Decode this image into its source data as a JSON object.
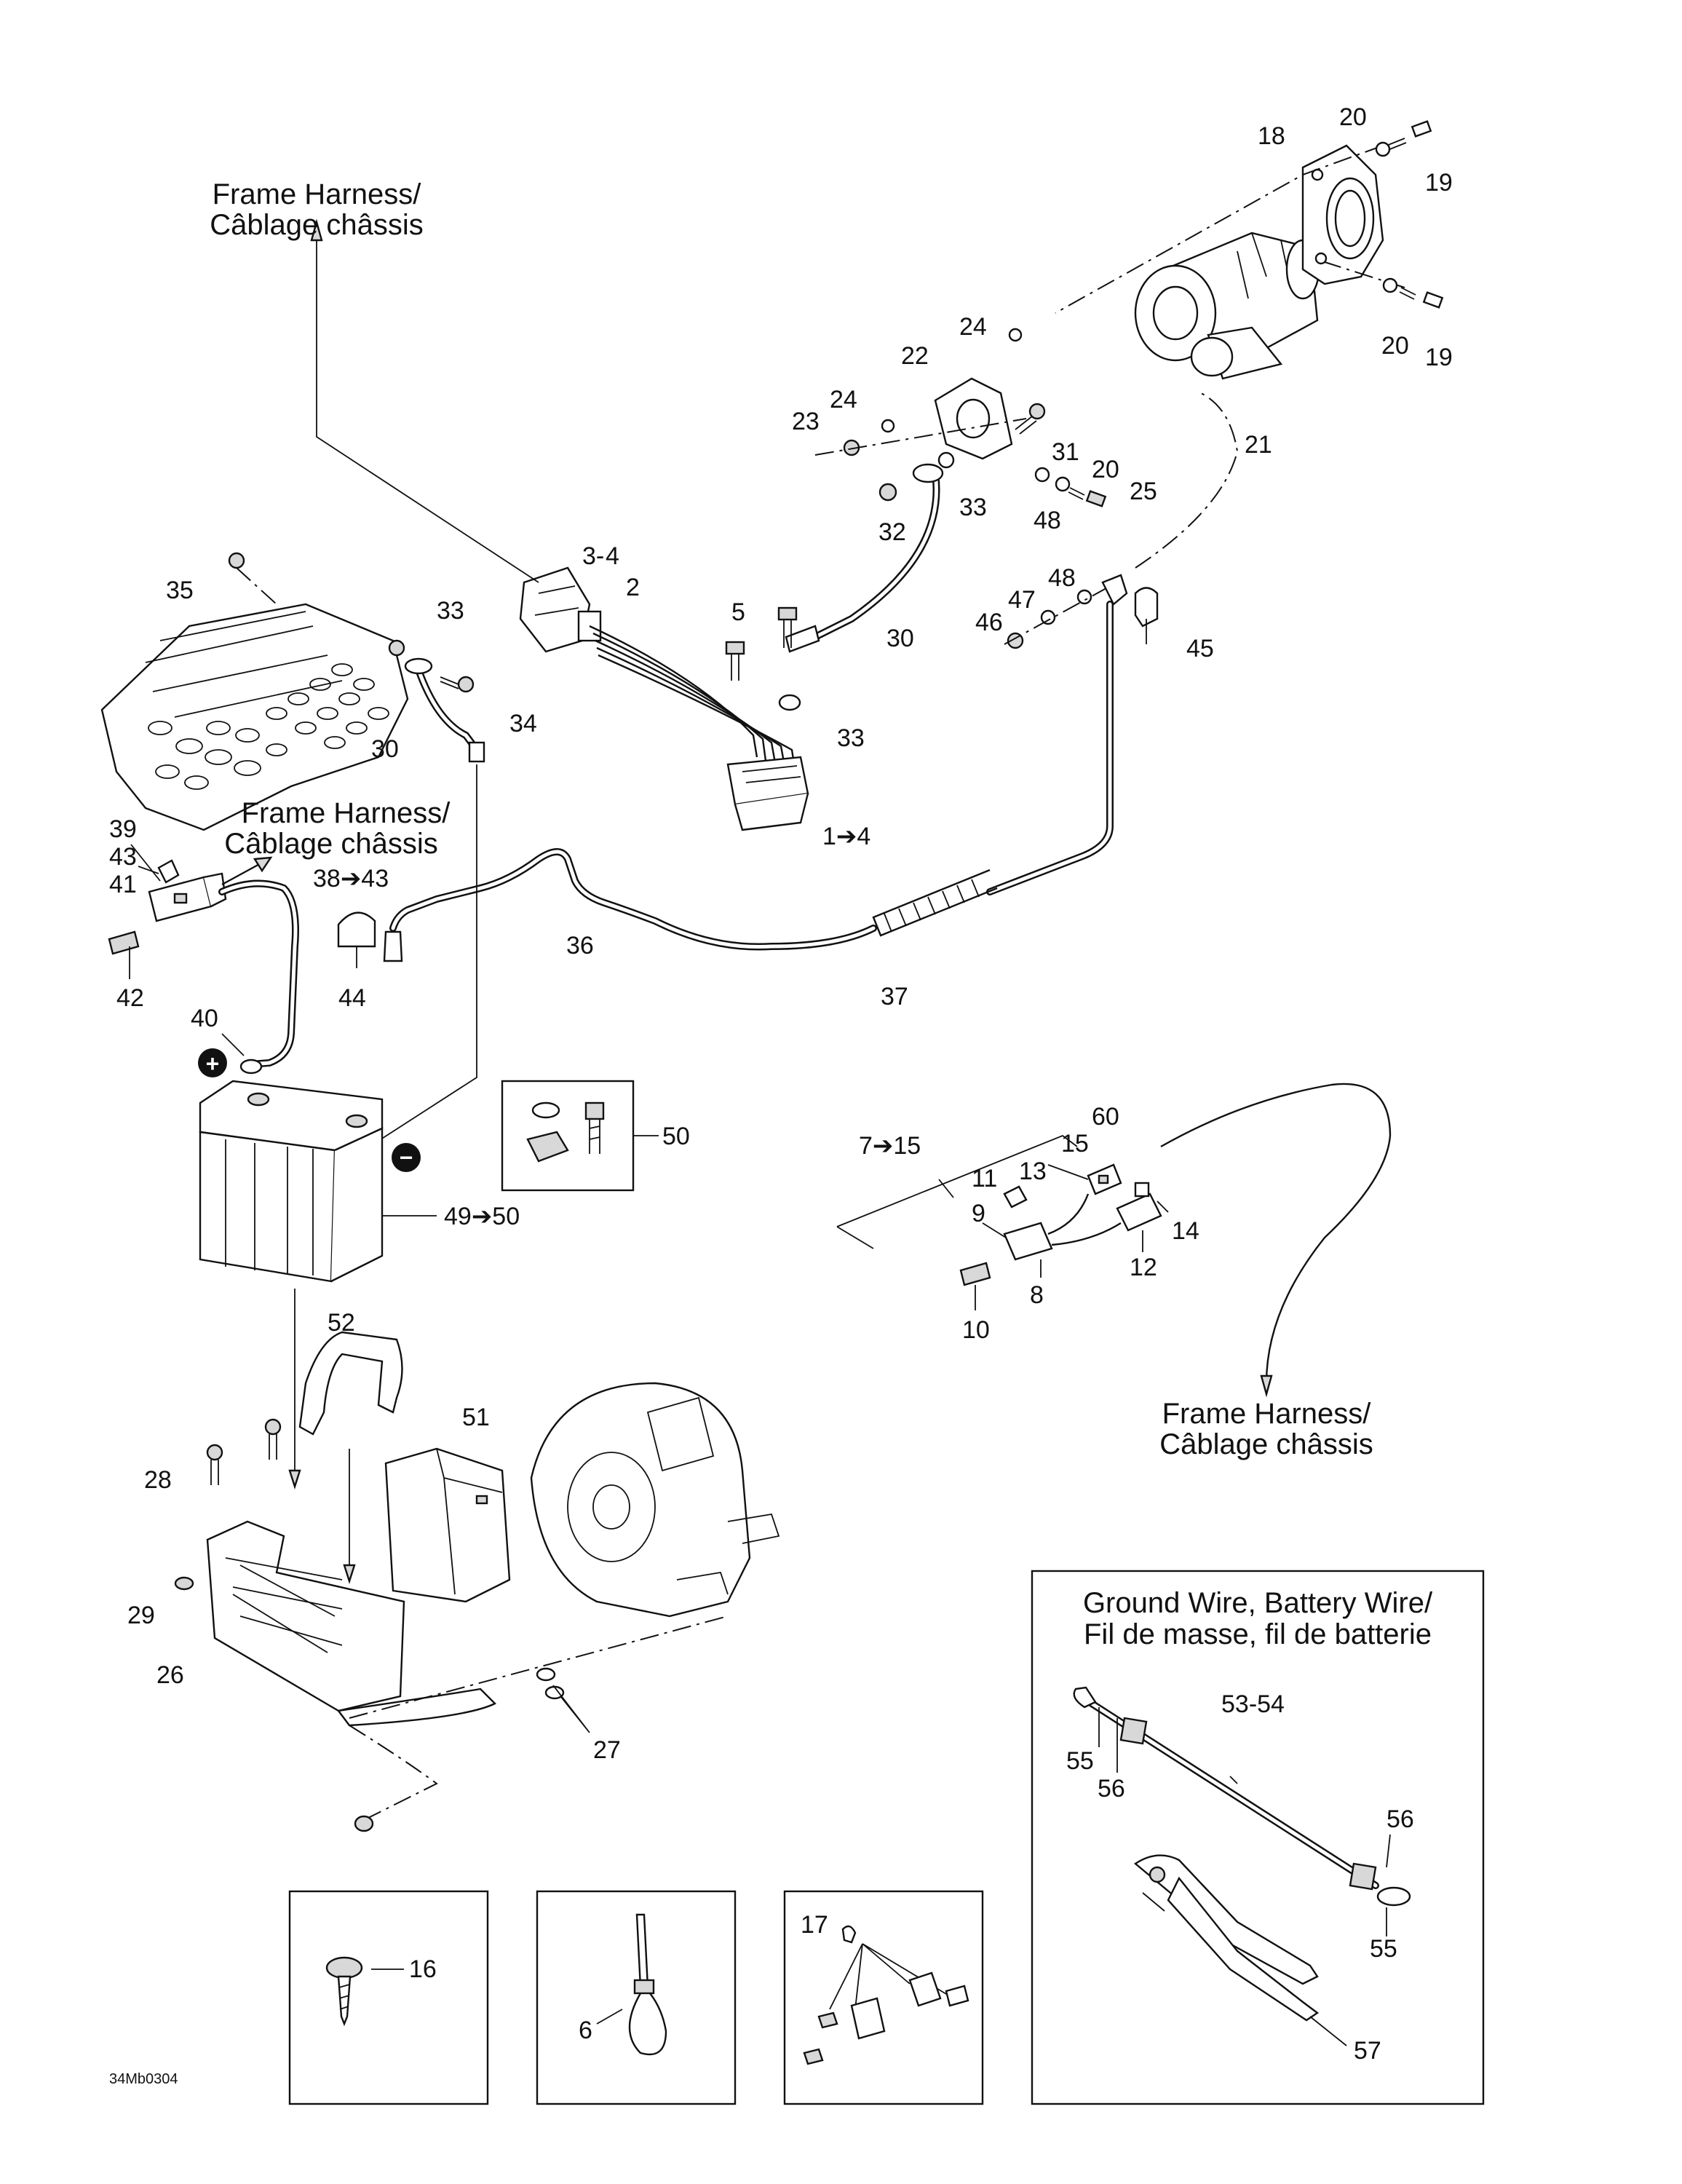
{
  "captions": {
    "frame_harness_top": [
      "Frame Harness/",
      "Câblage châssis"
    ],
    "frame_harness_mid": [
      "Frame Harness/",
      "Câblage châssis"
    ],
    "frame_harness_right": [
      "Frame Harness/",
      "Câblage châssis"
    ],
    "ground_wire_box": [
      "Ground Wire, Battery Wire/",
      "Fil de masse, fil de batterie"
    ]
  },
  "drawing_code": "34Mb0304",
  "labels": {
    "l20a": "20",
    "l18": "18",
    "l19a": "19",
    "l20b": "20",
    "l19b": "19",
    "l21": "21",
    "l24a": "24",
    "l22": "22",
    "l24b": "24",
    "l23": "23",
    "l31": "31",
    "l20c": "20",
    "l25": "25",
    "l33a": "33",
    "l32": "32",
    "l48a": "48",
    "l30a": "30",
    "l5": "5",
    "l33b": "33",
    "l1to4": "1➔4",
    "l34": "4",
    "l2": "2",
    "l48b": "48",
    "l47": "47",
    "l46": "46",
    "l45": "45",
    "l35": "35",
    "l33c": "33",
    "l34b": "34",
    "l30b": "30",
    "l39": "39",
    "l43": "43",
    "l41": "41",
    "l38to43": "38➔43",
    "l42": "42",
    "l44": "44",
    "l36": "36",
    "l37": "37",
    "l40": "40",
    "l50": "50",
    "l49to50": "49➔50",
    "l60": "60",
    "l7to15": "7➔15",
    "l15": "15",
    "l13": "13",
    "l11": "11",
    "l9": "9",
    "l14": "14",
    "l12": "12",
    "l8": "8",
    "l10": "10",
    "l52": "52",
    "l51": "51",
    "l28": "28",
    "l29": "29",
    "l26": "26",
    "l27": "27",
    "l53to54": "53-54",
    "l55a": "55",
    "l56a": "56",
    "l56b": "56",
    "l55b": "55",
    "l57": "57",
    "l16": "16",
    "l6": "6",
    "l17": "17"
  },
  "symbols": {
    "positive": "+",
    "negative": "−"
  }
}
